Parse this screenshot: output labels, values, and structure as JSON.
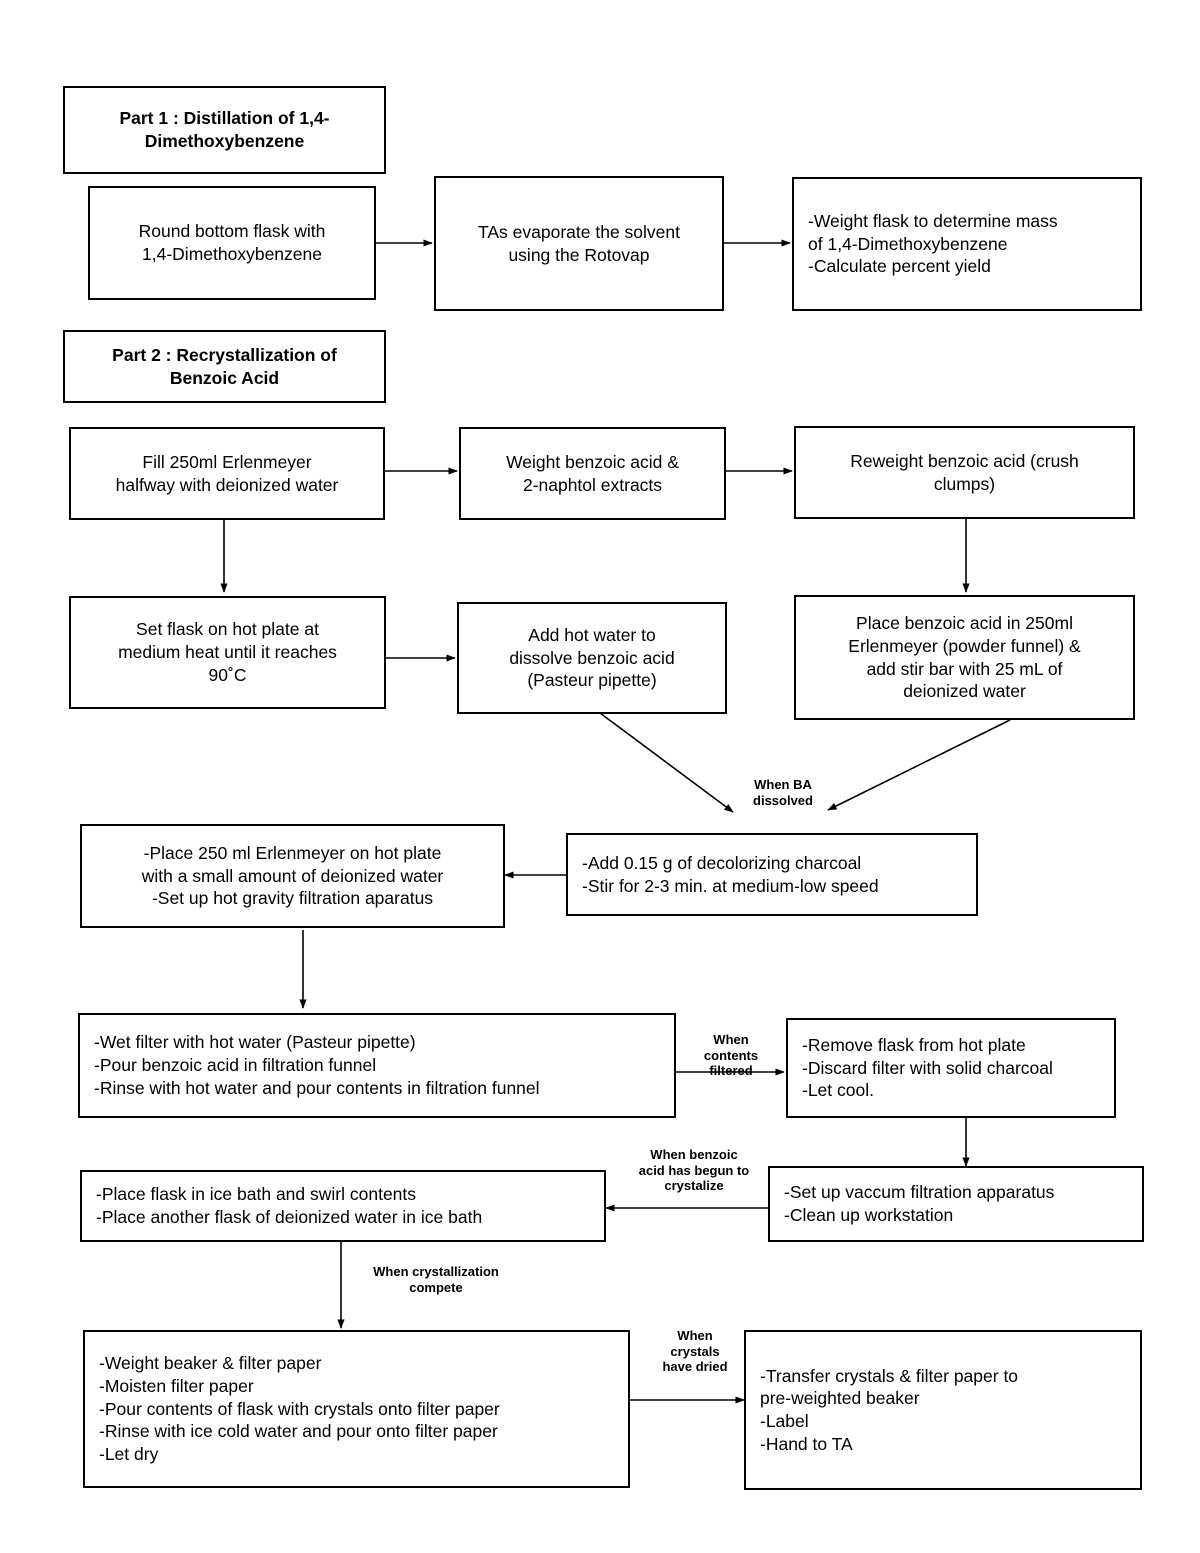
{
  "document": {
    "title": "Organic Chemistry Lab Procedure Flowchart"
  },
  "sections": {
    "part1_header": "Part 1 : Distillation of 1,4-Dimethoxybenzene",
    "part2_header": "Part 2 : Recrystallization of Benzoic Acid"
  },
  "nodes": {
    "part1_title": "Part 1 : Distillation of 1,4-\nDimethoxybenzene",
    "p1_step1": "Round bottom flask with\n1,4-Dimethoxybenzene",
    "p1_step2": "TAs evaporate the solvent\nusing the Rotovap",
    "p1_step3": "-Weight flask to determine mass\nof 1,4-Dimethoxybenzene\n-Calculate percent yield",
    "part2_title": "Part 2 : Recrystallization of\nBenzoic Acid",
    "p2_step1": "Fill 250ml Erlenmeyer\nhalfway with deionized water",
    "p2_step2": "Weight benzoic acid &\n2-naphtol extracts",
    "p2_step3": "Reweight benzoic acid (crush\nclumps)",
    "p2_step4": "Set flask on hot plate at\nmedium heat until it reaches\n90˚C",
    "p2_step5": "Add hot water to\ndissolve benzoic acid\n(Pasteur pipette)",
    "p2_step6": "Place benzoic acid in 250ml\nErlenmeyer (powder funnel) &\nadd stir bar with 25 mL of\ndeionized water",
    "p2_step7": "-Add 0.15 g of decolorizing charcoal\n-Stir for 2-3 min. at medium-low speed",
    "p2_step8": "-Place 250 ml Erlenmeyer on hot plate\nwith a small amount of deionized water\n-Set up hot gravity filtration aparatus",
    "p2_step9": "-Wet filter with hot water (Pasteur pipette)\n-Pour benzoic acid in filtration funnel\n-Rinse with hot water and pour contents in filtration funnel",
    "p2_step10": "-Remove flask from hot plate\n-Discard filter with solid charcoal\n-Let cool.",
    "p2_step11": "-Set up vaccum filtration apparatus\n-Clean up workstation",
    "p2_step12": "-Place flask in ice bath and swirl contents\n-Place another flask of deionized water in ice bath",
    "p2_step13": "-Weight beaker & filter paper\n-Moisten filter paper\n-Pour contents of flask with crystals onto filter paper\n-Rinse with ice cold water and pour onto filter paper\n-Let dry",
    "p2_step14": "-Transfer crystals & filter paper to\npre-weighted beaker\n-Label\n-Hand to TA"
  },
  "edge_labels": {
    "when_ba_dissolved": "When BA\ndissolved",
    "when_contents_filtered": "When\ncontents\nfiltered",
    "when_benzoic_crystalize": "When benzoic\nacid has begun to\ncrystalize",
    "when_crystallization_compete": "When crystallization\ncompete",
    "when_crystals_dried": "When\ncrystals\nhave dried"
  },
  "colors": {
    "stroke": "#000000",
    "fill": "#ffffff",
    "text": "#000000"
  }
}
